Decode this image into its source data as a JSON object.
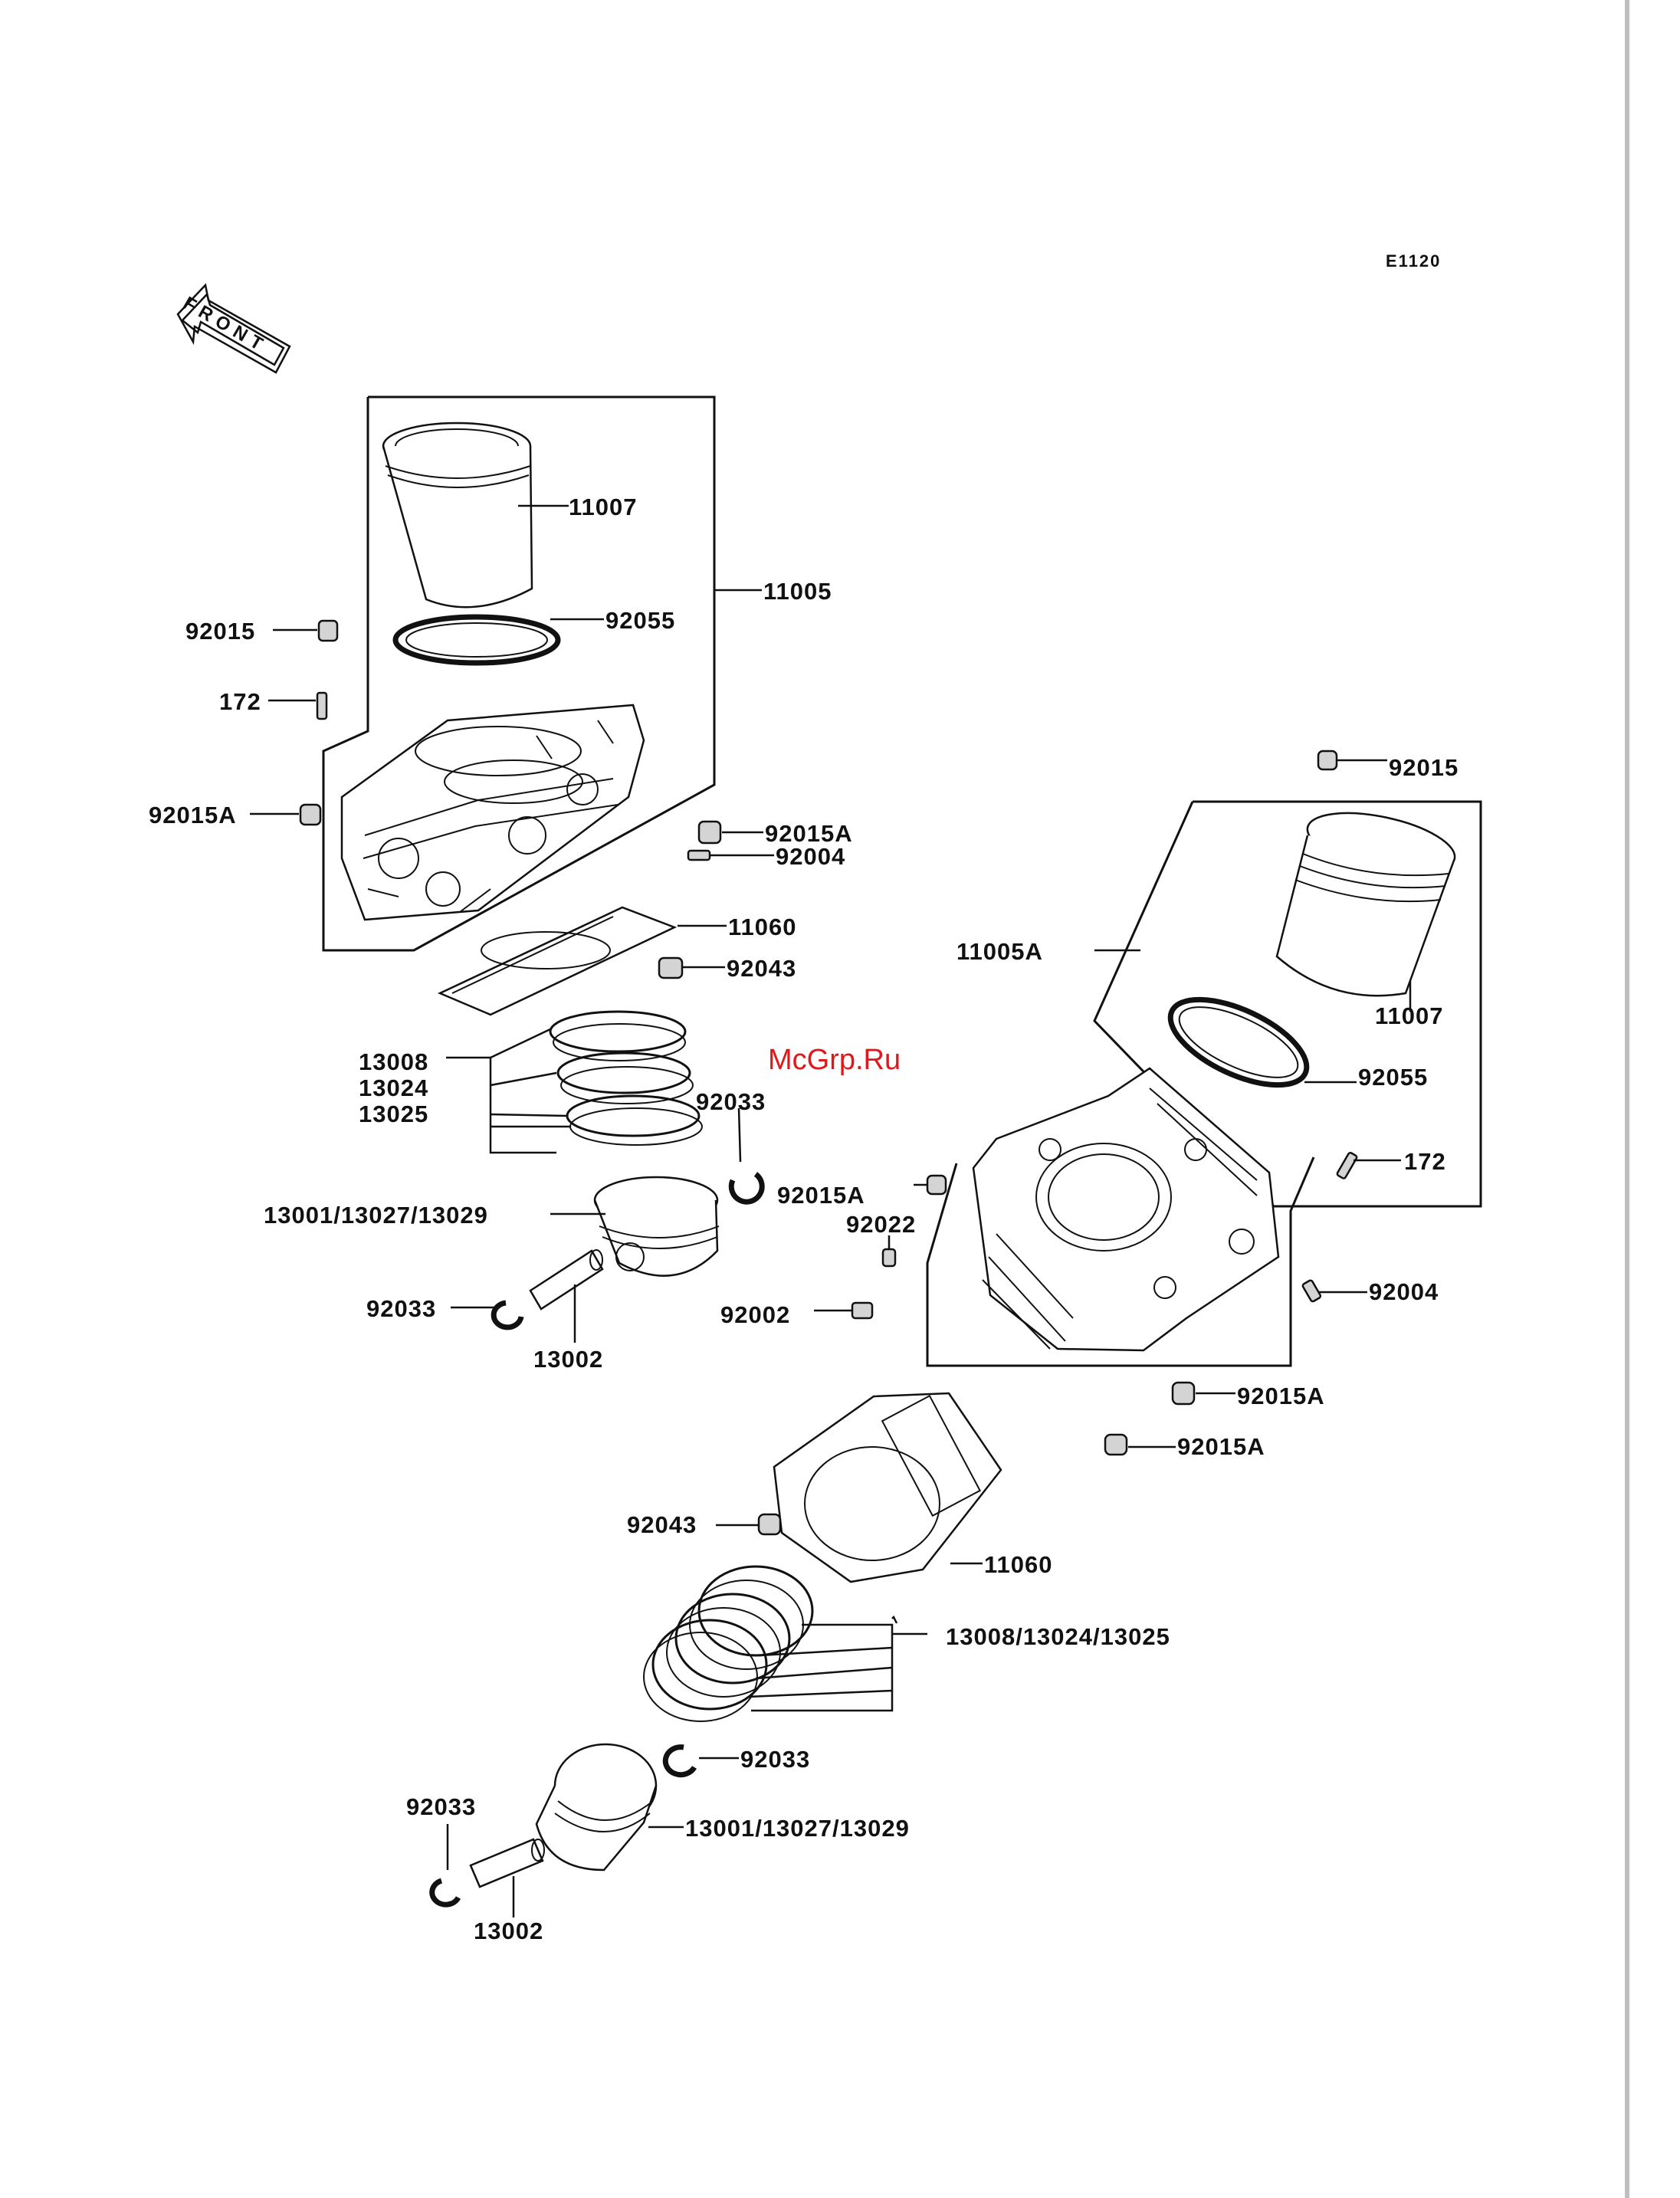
{
  "diagram_code": "E1120",
  "front_label": "FRONT",
  "watermark": "McGrp.Ru",
  "labels": {
    "p11007_top": "11007",
    "p11005_top": "11005",
    "p92055_top": "92055",
    "p92015_top": "92015",
    "p172_top": "172",
    "p92015a_top_left": "92015A",
    "p92015a_top_right": "92015A",
    "p92004_top": "92004",
    "p11060_top": "11060",
    "p92043_top": "92043",
    "p13008_top": "13008",
    "p13024_top": "13024",
    "p13025_top": "13025",
    "p92033_top_right": "92033",
    "p13001_top": "13001/13027/13029",
    "p92033_top_left": "92033",
    "p13002_top": "13002",
    "p92015_bottom": "92015",
    "p11005a": "11005A",
    "p11007_bottom": "11007",
    "p92055_bottom": "92055",
    "p172_bottom": "172",
    "p92015a_mid": "92015A",
    "p92022": "92022",
    "p92002": "92002",
    "p92004_bottom": "92004",
    "p92015a_low1": "92015A",
    "p92015a_low2": "92015A",
    "p92043_bottom": "92043",
    "p11060_bottom": "11060",
    "p13008_bottom": "13008/13024/13025",
    "p92033_bottom_right": "92033",
    "p92033_bottom_left": "92033",
    "p13001_bottom": "13001/13027/13029",
    "p13002_bottom": "13002"
  }
}
